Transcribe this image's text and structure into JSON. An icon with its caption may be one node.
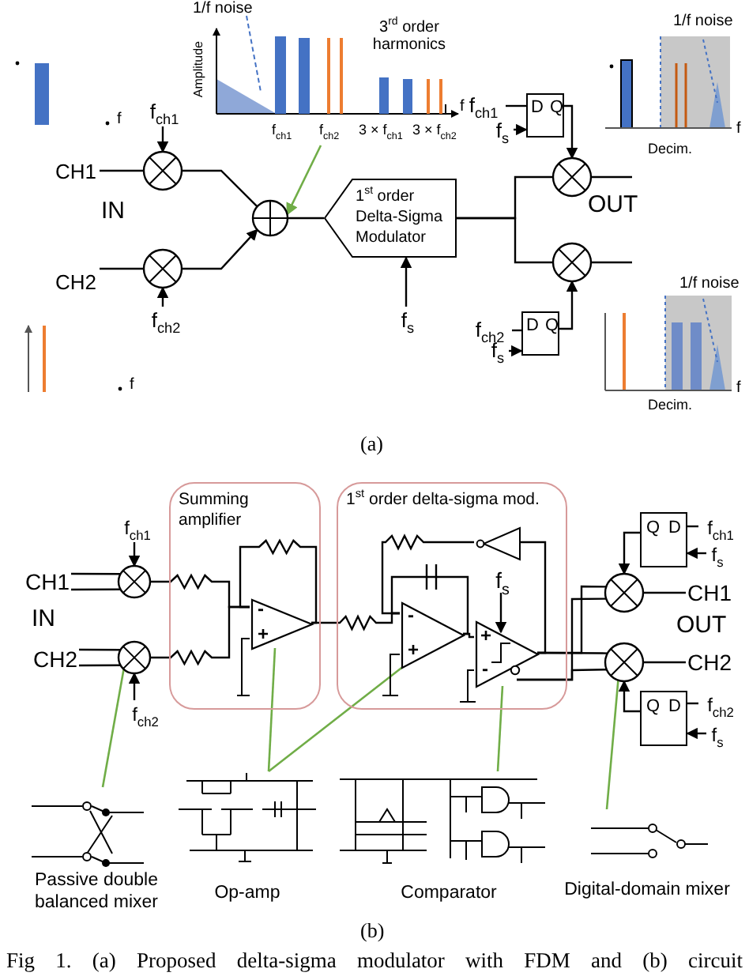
{
  "diagram": {
    "caption": "Fig 1. (a) Proposed delta-sigma modulator with FDM and (b) circuit",
    "nodes": [
      {
        "text": [
          "CH1"
        ]
      },
      {
        "text": [],
        "shape": "circle"
      },
      {
        "text": [
          "f$_{ch1}$"
        ]
      },
      {
        "text": [
          "CH2"
        ]
      },
      {
        "text": [],
        "shape": "circle"
      },
      {
        "text": [
          "f$_{ch2}$"
        ]
      },
      {
        "text": [],
        "shape": "circle"
      },
      {
        "text": [
          "1$^{st}$ order Delta-Sigma Modulator"
        ]
      },
      {
        "text": [
          "f$_{s}$"
        ]
      },
      {
        "text": [],
        "shape": "circle"
      },
      {
        "text": [],
        "shape": "circle"
      },
      {
        "text": [
          "D",
          "Q"
        ]
      },
      {
        "text": [
          "f$_{ch1}$"
        ]
      },
      {
        "text": [
          "f$_{s}$"
        ]
      },
      {
        "text": [
          "D",
          "Q"
        ]
      },
      {
        "text": [
          "f$_{ch2}$"
        ]
      },
      {
        "text": [
          "f$_{s}$"
        ]
      },
      {
        "text": [
          "1/f noise",
          "Amplitude",
          "3$^{rd}$ order harmonics",
          "f",
          "f$_{ch1}$",
          "f$_{ch2}$",
          "3 × f$_{ch1}$",
          "3 × f$_{ch2}$"
        ]
      },
      {
        "text": [
          "CH1"
        ]
      },
      {
        "text": [],
        "shape": "circle"
      },
      {
        "text": [
          "f$_{ch1}$"
        ]
      },
      {
        "text": [
          "CH2"
        ]
      },
      {
        "text": [],
        "shape": "circle"
      },
      {
        "text": [
          "f$_{ch2}$"
        ]
      },
      {
        "text": [
          "Summing amplifier"
        ]
      },
      {
        "text": [
          "-",
          "+"
        ],
        "in": 24
      },
      {
        "text": [
          "1$^{st}$ order delta-sigma mod."
        ]
      },
      {
        "text": [
          "-",
          "+"
        ],
        "in": 26
      },
      {
        "text": [
          "+",
          "-"
        ],
        "in": 26
      },
      {
        "text": [],
        "shape": "triangle",
        "in": 26
      },
      {
        "text": [
          "f$_{s}$"
        ],
        "in": 26
      },
      {
        "text": [],
        "shape": "circle"
      },
      {
        "text": [],
        "shape": "circle"
      },
      {
        "text": [
          "Q",
          "D"
        ]
      },
      {
        "text": [
          "f$_{ch1}$"
        ]
      },
      {
        "text": [
          "f$_{s}$"
        ]
      },
      {
        "text": [
          "Q",
          "D"
        ]
      },
      {
        "text": [
          "f$_{ch2}$"
        ]
      },
      {
        "text": [
          "f$_{s}$"
        ]
      },
      {
        "text": [
          "CH1"
        ]
      },
      {
        "text": [
          "CH2"
        ]
      },
      {
        "text": [
          "Passive double balanced mixer"
        ]
      },
      {
        "text": [
          "Op-amp"
        ]
      },
      {
        "text": [
          "Comparator"
        ]
      },
      {
        "text": [
          "Digital-domain mixer"
        ]
      }
    ],
    "edges": [
      {
        "from": 0,
        "to": 1,
        "arrow": "none"
      },
      {
        "from": 2,
        "to": 1,
        "arrow": "to"
      },
      {
        "from": 3,
        "to": 4,
        "arrow": "none"
      },
      {
        "from": 5,
        "to": 4,
        "arrow": "to"
      },
      {
        "from": 1,
        "to": 6,
        "arrow": "none"
      },
      {
        "from": 4,
        "to": 6,
        "arrow": "to"
      },
      {
        "from": 6,
        "to": 7,
        "arrow": "none"
      },
      {
        "from": 8,
        "to": 7,
        "arrow": "to"
      },
      {
        "from": 7,
        "to": 9,
        "arrow": "none"
      },
      {
        "from": 7,
        "to": 10,
        "arrow": "none"
      },
      {
        "from": 9,
        "to": null,
        "arrow": "none"
      },
      {
        "from": 10,
        "to": null,
        "arrow": "none"
      },
      {
        "from": 12,
        "to": 11,
        "arrow": "none"
      },
      {
        "from": 13,
        "to": 11,
        "arrow": "to"
      },
      {
        "from": 11,
        "to": 9,
        "arrow": "to"
      },
      {
        "from": 15,
        "to": 14,
        "arrow": "none"
      },
      {
        "from": 16,
        "to": 14,
        "arrow": "to"
      },
      {
        "from": 14,
        "to": 10,
        "arrow": "to"
      },
      {
        "from": 17,
        "to": 6,
        "arrow": "to",
        "color": "#70ad47"
      },
      {
        "from": 18,
        "to": 19,
        "arrow": "none"
      },
      {
        "from": 20,
        "to": 19,
        "arrow": "to"
      },
      {
        "from": 21,
        "to": 22,
        "arrow": "none"
      },
      {
        "from": 23,
        "to": 22,
        "arrow": "to"
      },
      {
        "from": 19,
        "to": 25,
        "arrow": "none"
      },
      {
        "from": 22,
        "to": 25,
        "arrow": "none"
      },
      {
        "from": 25,
        "to": 25,
        "arrow": "none"
      },
      {
        "from": 25,
        "to": 27,
        "arrow": "none"
      },
      {
        "from": 27,
        "to": 27,
        "arrow": "none"
      },
      {
        "from": 29,
        "to": 27,
        "arrow": "none"
      },
      {
        "from": 27,
        "to": 28,
        "arrow": "none"
      },
      {
        "from": 30,
        "to": 28,
        "arrow": "to"
      },
      {
        "from": 28,
        "to": 29,
        "arrow": "none"
      },
      {
        "from": 28,
        "to": 31,
        "arrow": "none"
      },
      {
        "from": 28,
        "to": 32,
        "arrow": "none"
      },
      {
        "from": 34,
        "to": 33,
        "arrow": "none"
      },
      {
        "from": 35,
        "to": 33,
        "arrow": "to"
      },
      {
        "from": 33,
        "to": 31,
        "arrow": "to"
      },
      {
        "from": 37,
        "to": 36,
        "arrow": "none"
      },
      {
        "from": 38,
        "to": 36,
        "arrow": "to"
      },
      {
        "from": 36,
        "to": 32,
        "arrow": "to"
      },
      {
        "from": 31,
        "to": 39,
        "arrow": "none"
      },
      {
        "from": 32,
        "to": 40,
        "arrow": "none"
      },
      {
        "from": 41,
        "to": 22,
        "arrow": "none",
        "color": "#70ad47"
      },
      {
        "from": 42,
        "to": 25,
        "arrow": "none",
        "color": "#70ad47"
      },
      {
        "from": 42,
        "to": 27,
        "arrow": "none",
        "color": "#70ad47"
      },
      {
        "from": 43,
        "to": 28,
        "arrow": "none",
        "color": "#70ad47"
      },
      {
        "from": 44,
        "to": 32,
        "arrow": "none",
        "color": "#70ad47"
      },
      {
        "from": 18,
        "to": 19,
        "arrow": "none"
      },
      {
        "from": 21,
        "to": 22,
        "arrow": "none"
      },
      {
        "from": 28,
        "to": 31,
        "arrow": "none"
      },
      {
        "from": 28,
        "to": 32,
        "arrow": "none"
      }
    ],
    "labels": [
      "1/f noise",
      "f",
      "f",
      "Decim.",
      "IN",
      "OUT",
      "1/f noise",
      "f",
      "f",
      "Decim.",
      "(a)",
      "IN",
      "OUT",
      "(b)"
    ]
  }
}
